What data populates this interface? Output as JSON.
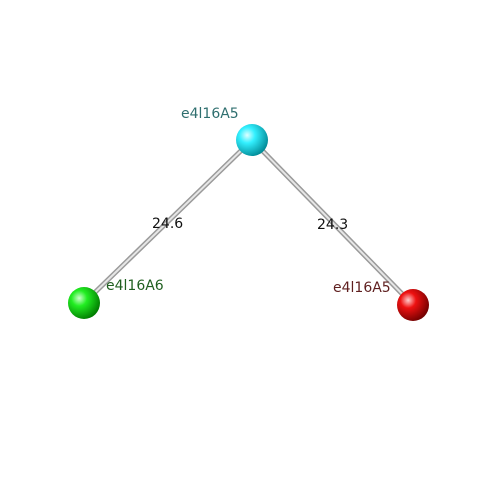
{
  "nodes": [
    {
      "id": "top",
      "label": "e4l16A5",
      "color": "#00e5ee",
      "label_color": "#2f6f6f"
    },
    {
      "id": "left",
      "label": "e4l16A6",
      "color": "#00dd00",
      "label_color": "#1f5f1f"
    },
    {
      "id": "right",
      "label": "e4l16A5",
      "color": "#ee0000",
      "label_color": "#5f1f1f"
    }
  ],
  "edges": [
    {
      "from": "top",
      "to": "left",
      "label": "24.6"
    },
    {
      "from": "top",
      "to": "right",
      "label": "24.3"
    }
  ]
}
